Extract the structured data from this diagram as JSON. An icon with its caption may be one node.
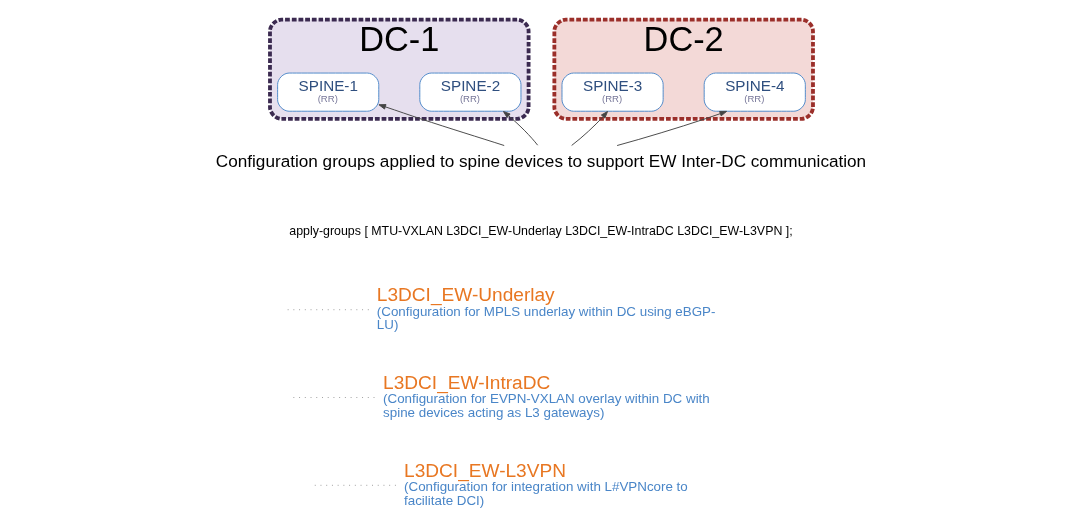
{
  "diagram": {
    "nodes": [
      {
        "text": [
          "DC-1"
        ]
      },
      {
        "text": [
          "SPINE-1",
          "(RR)"
        ],
        "in": 0
      },
      {
        "text": [
          "SPINE-2",
          "(RR)"
        ],
        "in": 0
      },
      {
        "text": [
          "DC-2"
        ]
      },
      {
        "text": [
          "SPINE-3",
          "(RR)"
        ],
        "in": 3
      },
      {
        "text": [
          "SPINE-4",
          "(RR)"
        ],
        "in": 3
      },
      {
        "text": [
          "Configuration groups applied to spine devices to support EW Inter-DC communication"
        ]
      },
      {
        "text": [
          "L3DCI_EW-Underlay",
          "(Configuration for MPLS underlay within DC using eBGP-LU)"
        ]
      },
      {
        "text": [
          "L3DCI_EW-IntraDC",
          "(Configuration for EVPN-VXLAN overlay within DC with spine devices acting as L3 gateways)"
        ]
      },
      {
        "text": [
          "L3DCI_EW-L3VPN",
          "(Configuration for integration with L#VPNcore to facilitate DCI)"
        ]
      }
    ],
    "edges": [
      {
        "from": 6,
        "to": 1,
        "arrow": "to"
      },
      {
        "from": 6,
        "to": 2,
        "arrow": "to"
      },
      {
        "from": 6,
        "to": 4,
        "arrow": "to"
      },
      {
        "from": 6,
        "to": 5,
        "arrow": "to"
      },
      {
        "from": null,
        "to": 7,
        "arrow": "none",
        "style": "dashed"
      },
      {
        "from": null,
        "to": 8,
        "arrow": "none",
        "style": "dashed"
      },
      {
        "from": null,
        "to": 9,
        "arrow": "none",
        "style": "dashed"
      }
    ],
    "labels": [
      "apply-groups [ MTU-VXLAN L3DCI_EW-Underlay L3DCI_EW-IntraDC L3DCI_EW-L3VPN ];"
    ]
  }
}
